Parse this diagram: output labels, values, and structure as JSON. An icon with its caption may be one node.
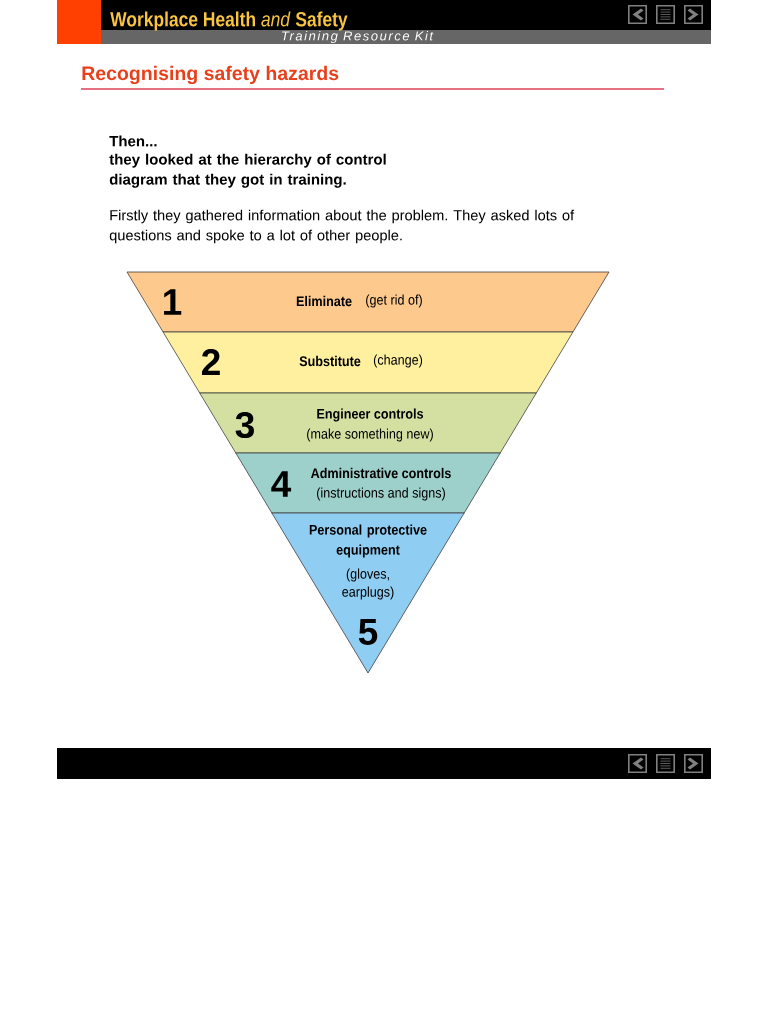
{
  "diagram": {
    "title": "Recognising safety hazards",
    "nodes": [
      {
        "text": [
          "1",
          "Eliminate",
          "(get rid of)"
        ]
      },
      {
        "text": [
          "2",
          "Substitute",
          "(change)"
        ]
      },
      {
        "text": [
          "3",
          "Engineer controls",
          "(make something new)"
        ]
      },
      {
        "text": [
          "4",
          "Administrative controls",
          "(instructions and signs)"
        ]
      },
      {
        "text": [
          "Personal protective equipment",
          "(gloves, earplugs)",
          "5"
        ]
      }
    ],
    "labels": [
      "**Workplace Health** *and* **Safety**",
      "Training Resource Kit",
      "Then...",
      "they looked at the hierarchy of control diagram that they got in training.",
      "Firstly they gathered information about the problem. They asked lots of questions and spoke to a lot of other people."
    ]
  }
}
